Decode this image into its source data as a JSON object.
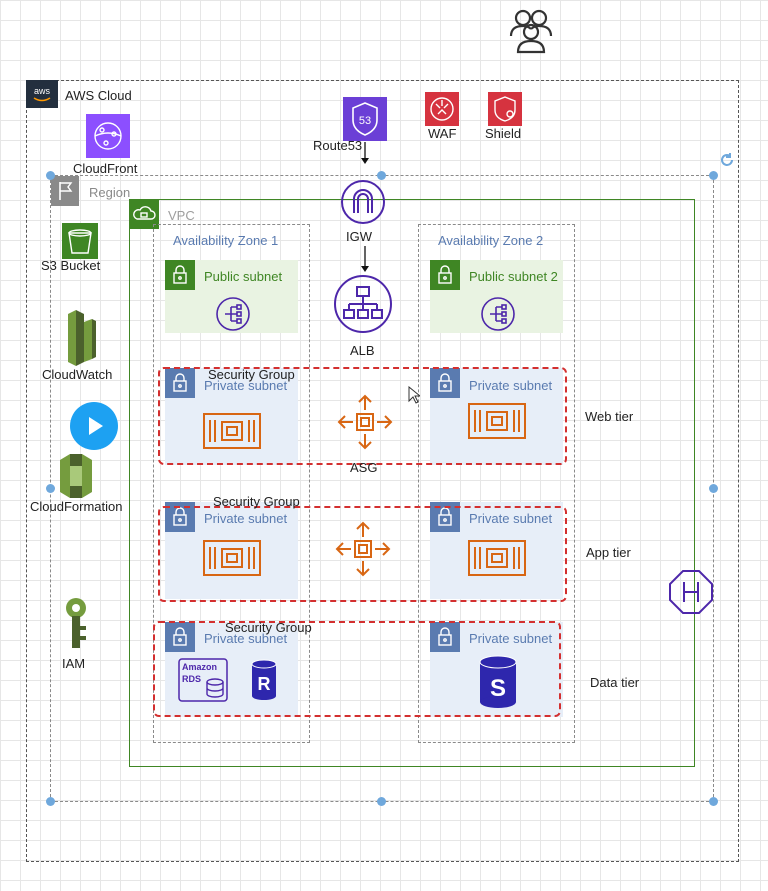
{
  "users_icon": "users-icon",
  "aws_cloud": {
    "label": "AWS Cloud",
    "icon": "aws-logo-icon"
  },
  "region": {
    "label": "Region",
    "icon": "region-flag-icon"
  },
  "vpc": {
    "label": "VPC",
    "icon": "vpc-cloud-lock-icon"
  },
  "services": {
    "cloudfront": "CloudFront",
    "s3": "S3 Bucket",
    "cloudwatch": "CloudWatch",
    "cloudformation": "CloudFormation",
    "iam": "IAM",
    "route53": "Route53",
    "route53_badge": "53",
    "waf": "WAF",
    "shield": "Shield",
    "igw": "IGW",
    "alb": "ALB",
    "asg": "ASG"
  },
  "az1": {
    "title": "Availability Zone 1",
    "public_subnet": "Public subnet",
    "private_web": "Private subnet",
    "private_app": "Private subnet",
    "private_data": "Private subnet"
  },
  "az2": {
    "title": "Availability Zone 2",
    "public_subnet": "Public subnet 2",
    "private_web": "Private subnet",
    "private_app": "Private subnet",
    "private_data": "Private subnet"
  },
  "security_groups": {
    "web": "Security Group",
    "app": "Security Group",
    "data": "Security Group"
  },
  "tiers": {
    "web": "Web tier",
    "app": "App tier",
    "data": "Data tier"
  },
  "rds": {
    "line1": "Amazon",
    "line2": "RDS",
    "replica": "R"
  },
  "colors": {
    "az_border": "#8a8a8a",
    "vpc_border": "#3f8624",
    "public_fill": "#e9f3e2",
    "private_fill": "#e7eef8",
    "sg_border": "#d32f2f",
    "compute": "#d86613",
    "network": "#4d27aa",
    "security": "#dd344c",
    "handle": "#6fa8dc"
  }
}
